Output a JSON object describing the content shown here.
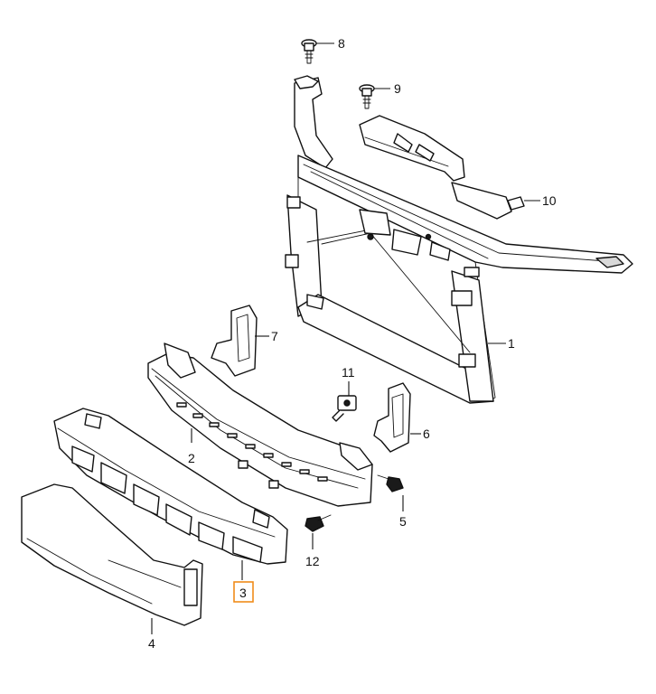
{
  "diagram": {
    "callouts": [
      "1",
      "2",
      "3",
      "4",
      "5",
      "6",
      "7",
      "8",
      "9",
      "10",
      "11",
      "12"
    ],
    "highlighted_callout": "3",
    "highlight_color": "#f08c1a",
    "line_color": "#111111",
    "background": "#ffffff"
  }
}
